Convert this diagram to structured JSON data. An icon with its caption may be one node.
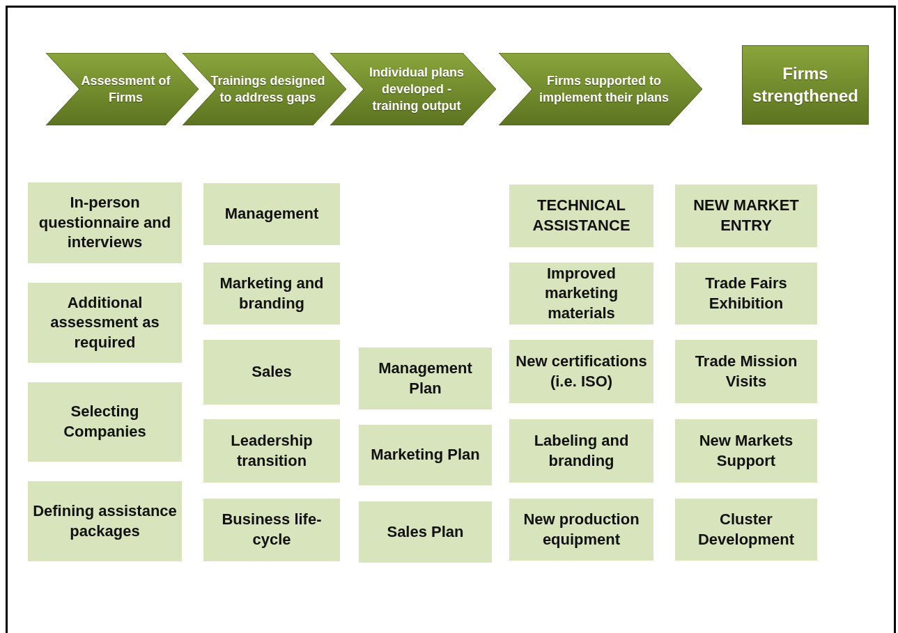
{
  "diagram": {
    "nodes": [
      {
        "text": [
          "Assessment of Firms"
        ]
      },
      {
        "text": [
          "Trainings designed to address gaps"
        ]
      },
      {
        "text": [
          "Individual plans developed - training output"
        ]
      },
      {
        "text": [
          "Firms supported to implement their plans"
        ]
      },
      {
        "text": [
          "Firms strengthened"
        ]
      },
      {
        "text": [
          "In-person questionnaire and interviews"
        ]
      },
      {
        "text": [
          "Additional assessment as required"
        ]
      },
      {
        "text": [
          "Selecting Companies"
        ]
      },
      {
        "text": [
          "Defining assistance packages"
        ]
      },
      {
        "text": [
          "Management"
        ]
      },
      {
        "text": [
          "Marketing and branding"
        ]
      },
      {
        "text": [
          "Sales"
        ]
      },
      {
        "text": [
          "Leadership transition"
        ]
      },
      {
        "text": [
          "Business life-cycle"
        ]
      },
      {
        "text": [
          "Management Plan"
        ]
      },
      {
        "text": [
          "Marketing Plan"
        ]
      },
      {
        "text": [
          "Sales Plan"
        ]
      },
      {
        "text": [
          "TECHNICAL ASSISTANCE"
        ]
      },
      {
        "text": [
          "Improved marketing materials"
        ]
      },
      {
        "text": [
          "New certifications (i.e. ISO)"
        ]
      },
      {
        "text": [
          "Labeling and branding"
        ]
      },
      {
        "text": [
          "New production equipment"
        ]
      },
      {
        "text": [
          "NEW MARKET ENTRY"
        ]
      },
      {
        "text": [
          "Trade Fairs Exhibition"
        ]
      },
      {
        "text": [
          "Trade Mission Visits"
        ]
      },
      {
        "text": [
          "New Markets Support"
        ]
      },
      {
        "text": [
          "Cluster Development"
        ]
      }
    ]
  }
}
